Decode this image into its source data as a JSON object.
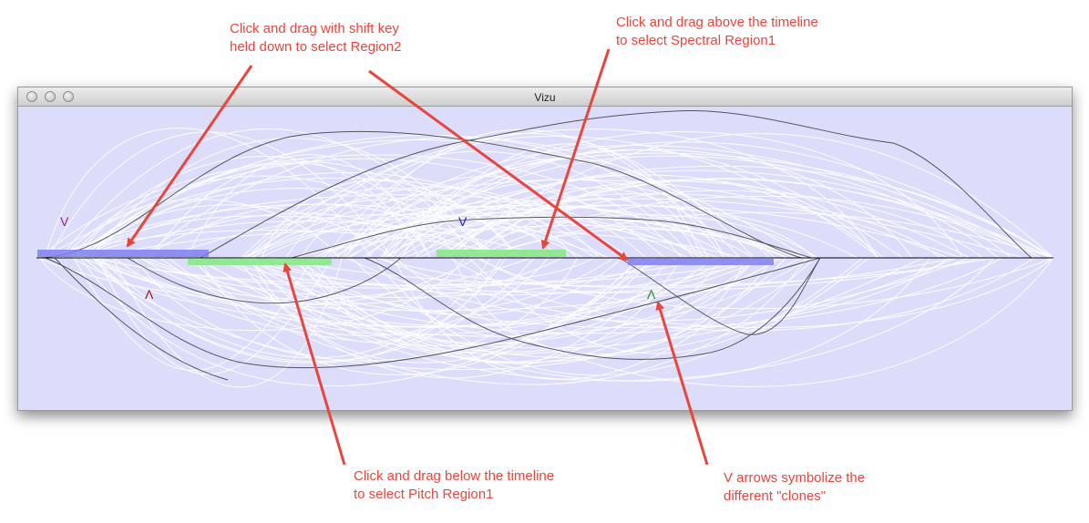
{
  "window": {
    "title": "Vizu"
  },
  "annotations": [
    {
      "text": "Click and drag with shift key\nheld down to select Region2"
    },
    {
      "text": "Click and drag above the timeline\nto select Spectral Region1"
    },
    {
      "text": "Click and drag below the timeline\nto select Pitch Region1"
    },
    {
      "text": "V arrows symbolize the\ndifferent \"clones\""
    }
  ],
  "clone_markers": [
    {
      "glyph": "V",
      "color": "#9b1f9b"
    },
    {
      "glyph": "V",
      "color": "#2020a0"
    },
    {
      "glyph": "Λ",
      "color": "#a01818"
    },
    {
      "glyph": "Λ",
      "color": "#1a9a1a"
    }
  ],
  "regions": [
    {
      "name": "Region2",
      "color": "#7f7ff0"
    },
    {
      "name": "Pitch Region1",
      "color": "#88e888"
    },
    {
      "name": "Spectral Region1",
      "color": "#88e888"
    },
    {
      "name": "Region2 clone",
      "color": "#7f7ff0"
    }
  ],
  "colors": {
    "annotation": "#e8453c",
    "timeline": "#000000",
    "background": "#dcdcfb"
  }
}
